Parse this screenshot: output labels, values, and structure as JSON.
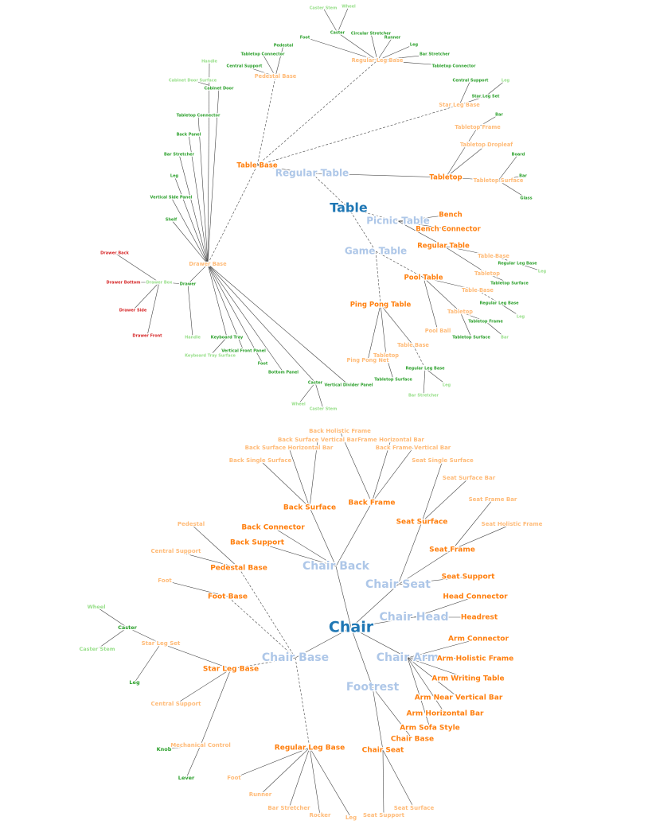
{
  "colors": {
    "root": "#1f77b4",
    "category": "#aec7e8",
    "part": "#ff7f0e",
    "subpart": "#ffbb78",
    "leaf": "#2ca02c",
    "leaf_light": "#98df8a",
    "leaf_red": "#d62728",
    "edge": "#444444"
  },
  "trees": [
    {
      "id": "table",
      "nodes": [
        {
          "id": "t",
          "label": "Table",
          "level": "root"
        },
        {
          "id": "t_rt",
          "label": "Regular Table",
          "level": "category"
        },
        {
          "id": "t_pt",
          "label": "Picnic Table",
          "level": "category"
        },
        {
          "id": "t_gt",
          "label": "Game Table",
          "level": "category"
        },
        {
          "id": "t_rt_tb",
          "label": "Table Base",
          "level": "part"
        },
        {
          "id": "t_rt_top",
          "label": "Tabletop",
          "level": "part"
        },
        {
          "id": "t_rlb",
          "label": "Regular Leg Base",
          "level": "subpart"
        },
        {
          "id": "t_rlb_caster",
          "label": "Caster",
          "level": "leaf"
        },
        {
          "id": "t_rlb_cstem",
          "label": "Caster Stem",
          "level": "leaf_light"
        },
        {
          "id": "t_rlb_wheel",
          "label": "Wheel",
          "level": "leaf_light"
        },
        {
          "id": "t_rlb_foot",
          "label": "Foot",
          "level": "leaf"
        },
        {
          "id": "t_rlb_circ",
          "label": "Circular Stretcher",
          "level": "leaf"
        },
        {
          "id": "t_rlb_runner",
          "label": "Runner",
          "level": "leaf"
        },
        {
          "id": "t_rlb_leg",
          "label": "Leg",
          "level": "leaf"
        },
        {
          "id": "t_rlb_bar",
          "label": "Bar Stretcher",
          "level": "leaf"
        },
        {
          "id": "t_rlb_ttc",
          "label": "Tabletop Connector",
          "level": "leaf"
        },
        {
          "id": "t_pb",
          "label": "Pedestal Base",
          "level": "subpart"
        },
        {
          "id": "t_pb_ped",
          "label": "Pedestal",
          "level": "leaf"
        },
        {
          "id": "t_pb_ttc",
          "label": "Tabletop Connector",
          "level": "leaf"
        },
        {
          "id": "t_pb_cs",
          "label": "Central Support",
          "level": "leaf"
        },
        {
          "id": "t_slb",
          "label": "Star Leg Base",
          "level": "subpart"
        },
        {
          "id": "t_slb_cs",
          "label": "Central Support",
          "level": "leaf"
        },
        {
          "id": "t_slb_leg",
          "label": "Leg",
          "level": "leaf_light"
        },
        {
          "id": "t_slb_sls",
          "label": "Star Leg Set",
          "level": "leaf"
        },
        {
          "id": "t_db",
          "label": "Drawer Base",
          "level": "subpart"
        },
        {
          "id": "t_db_handle",
          "label": "Handle",
          "level": "leaf_light"
        },
        {
          "id": "t_db_cds",
          "label": "Cabinet Door Surface",
          "level": "leaf_light"
        },
        {
          "id": "t_db_cd",
          "label": "Cabinet Door",
          "level": "leaf"
        },
        {
          "id": "t_db_ttc",
          "label": "Tabletop Connector",
          "level": "leaf"
        },
        {
          "id": "t_db_bp",
          "label": "Back Panel",
          "level": "leaf"
        },
        {
          "id": "t_db_bs",
          "label": "Bar Stretcher",
          "level": "leaf"
        },
        {
          "id": "t_db_leg",
          "label": "Leg",
          "level": "leaf"
        },
        {
          "id": "t_db_vsp",
          "label": "Vertical Side Panel",
          "level": "leaf"
        },
        {
          "id": "t_db_shelf",
          "label": "Shelf",
          "level": "leaf"
        },
        {
          "id": "t_db_drawer",
          "label": "Drawer",
          "level": "leaf"
        },
        {
          "id": "t_db_dbox",
          "label": "Drawer Box",
          "level": "leaf_light"
        },
        {
          "id": "t_db_dback",
          "label": "Drawer Back",
          "level": "leaf_red"
        },
        {
          "id": "t_db_dbottom",
          "label": "Drawer Bottom",
          "level": "leaf_red"
        },
        {
          "id": "t_db_dside",
          "label": "Drawer Side",
          "level": "leaf_red"
        },
        {
          "id": "t_db_dfront",
          "label": "Drawer Front",
          "level": "leaf_red"
        },
        {
          "id": "t_db_handle2",
          "label": "Handle",
          "level": "leaf_light"
        },
        {
          "id": "t_db_kt",
          "label": "Keyboard Tray",
          "level": "leaf"
        },
        {
          "id": "t_db_kts",
          "label": "Keyboard Tray Surface",
          "level": "leaf_light"
        },
        {
          "id": "t_db_vfp",
          "label": "Vertical Front Panel",
          "level": "leaf"
        },
        {
          "id": "t_db_foot",
          "label": "Foot",
          "level": "leaf"
        },
        {
          "id": "t_db_bottom",
          "label": "Bottom Panel",
          "level": "leaf"
        },
        {
          "id": "t_db_caster",
          "label": "Caster",
          "level": "leaf"
        },
        {
          "id": "t_db_wheel",
          "label": "Wheel",
          "level": "leaf_light"
        },
        {
          "id": "t_db_cstem",
          "label": "Caster Stem",
          "level": "leaf_light"
        },
        {
          "id": "t_db_vdp",
          "label": "Vertical Divider Panel",
          "level": "leaf"
        },
        {
          "id": "t_tt_frame",
          "label": "Tabletop Frame",
          "level": "subpart"
        },
        {
          "id": "t_tt_bar",
          "label": "Bar",
          "level": "leaf"
        },
        {
          "id": "t_tt_drop",
          "label": "Tabletop Dropleaf",
          "level": "subpart"
        },
        {
          "id": "t_tt_surf",
          "label": "Tabletop Surface",
          "level": "subpart"
        },
        {
          "id": "t_tt_board",
          "label": "Board",
          "level": "leaf"
        },
        {
          "id": "t_tt_bar2",
          "label": "Bar",
          "level": "leaf"
        },
        {
          "id": "t_tt_glass",
          "label": "Glass",
          "level": "leaf"
        },
        {
          "id": "t_pt_bench",
          "label": "Bench",
          "level": "part"
        },
        {
          "id": "t_pt_bc",
          "label": "Bench Connector",
          "level": "part"
        },
        {
          "id": "t_pt_rt",
          "label": "Regular Table",
          "level": "part"
        },
        {
          "id": "t_pt_tb",
          "label": "Table Base",
          "level": "subpart"
        },
        {
          "id": "t_pt_rlb",
          "label": "Regular Leg Base",
          "level": "leaf"
        },
        {
          "id": "t_pt_leg",
          "label": "Leg",
          "level": "leaf_light"
        },
        {
          "id": "t_pt_tt",
          "label": "Tabletop",
          "level": "subpart"
        },
        {
          "id": "t_pt_ts",
          "label": "Tabletop Surface",
          "level": "leaf"
        },
        {
          "id": "t_gt_pool",
          "label": "Pool Table",
          "level": "part"
        },
        {
          "id": "t_pool_tb",
          "label": "Table Base",
          "level": "subpart"
        },
        {
          "id": "t_pool_rlb",
          "label": "Regular Leg Base",
          "level": "leaf"
        },
        {
          "id": "t_pool_leg",
          "label": "Leg",
          "level": "leaf_light"
        },
        {
          "id": "t_pool_tt",
          "label": "Tabletop",
          "level": "subpart"
        },
        {
          "id": "t_pool_tf",
          "label": "Tabletop Frame",
          "level": "leaf"
        },
        {
          "id": "t_pool_bar",
          "label": "Bar",
          "level": "leaf_light"
        },
        {
          "id": "t_pool_ts",
          "label": "Tabletop Surface",
          "level": "leaf"
        },
        {
          "id": "t_pool_rail",
          "label": "Pool Ball",
          "level": "subpart"
        },
        {
          "id": "t_gt_pp",
          "label": "Ping Pong Table",
          "level": "part"
        },
        {
          "id": "t_pp_net",
          "label": "Ping Pong Net",
          "level": "subpart"
        },
        {
          "id": "t_pp_tt",
          "label": "Tabletop",
          "level": "subpart"
        },
        {
          "id": "t_pp_ts",
          "label": "Tabletop Surface",
          "level": "leaf"
        },
        {
          "id": "t_pp_tb",
          "label": "Table Base",
          "level": "subpart"
        },
        {
          "id": "t_pp_rlb",
          "label": "Regular Leg Base",
          "level": "leaf"
        },
        {
          "id": "t_pp_leg",
          "label": "Leg",
          "level": "leaf_light"
        },
        {
          "id": "t_pp_bs",
          "label": "Bar Stretcher",
          "level": "leaf_light"
        }
      ]
    },
    {
      "id": "chair",
      "nodes": [
        {
          "id": "c",
          "label": "Chair",
          "level": "root"
        },
        {
          "id": "c_back",
          "label": "Chair Back",
          "level": "category"
        },
        {
          "id": "c_seat",
          "label": "Chair Seat",
          "level": "category"
        },
        {
          "id": "c_head",
          "label": "Chair Head",
          "level": "category"
        },
        {
          "id": "c_base",
          "label": "Chair Base",
          "level": "category"
        },
        {
          "id": "c_arm",
          "label": "Chair Arm",
          "level": "category"
        },
        {
          "id": "c_foot",
          "label": "Footrest",
          "level": "category"
        },
        {
          "id": "c_bsurf",
          "label": "Back Surface",
          "level": "part"
        },
        {
          "id": "c_bframe",
          "label": "Back Frame",
          "level": "part"
        },
        {
          "id": "c_bconn",
          "label": "Back Connector",
          "level": "part"
        },
        {
          "id": "c_bsupp",
          "label": "Back Support",
          "level": "part"
        },
        {
          "id": "c_bhf",
          "label": "Back Holistic Frame",
          "level": "subpart"
        },
        {
          "id": "c_bsvb",
          "label": "Back Surface Vertical Bar",
          "level": "subpart"
        },
        {
          "id": "c_bfhb",
          "label": "Frame Horizontal Bar",
          "level": "subpart"
        },
        {
          "id": "c_bshb",
          "label": "Back Surface Horizontal Bar",
          "level": "subpart"
        },
        {
          "id": "c_bfvb",
          "label": "Back Frame Vertical Bar",
          "level": "subpart"
        },
        {
          "id": "c_bss",
          "label": "Back Single Surface",
          "level": "subpart"
        },
        {
          "id": "c_ssurf",
          "label": "Seat Surface",
          "level": "part"
        },
        {
          "id": "c_sframe",
          "label": "Seat Frame",
          "level": "part"
        },
        {
          "id": "c_ssupp",
          "label": "Seat Support",
          "level": "part"
        },
        {
          "id": "c_sss",
          "label": "Seat Single Surface",
          "level": "subpart"
        },
        {
          "id": "c_ssb",
          "label": "Seat Surface Bar",
          "level": "subpart"
        },
        {
          "id": "c_sfb",
          "label": "Seat Frame Bar",
          "level": "subpart"
        },
        {
          "id": "c_shf",
          "label": "Seat Holistic Frame",
          "level": "subpart"
        },
        {
          "id": "c_hconn",
          "label": "Head Connector",
          "level": "part"
        },
        {
          "id": "c_hrest",
          "label": "Headrest",
          "level": "part"
        },
        {
          "id": "c_pb",
          "label": "Pedestal Base",
          "level": "part"
        },
        {
          "id": "c_pb_ped",
          "label": "Pedestal",
          "level": "subpart"
        },
        {
          "id": "c_pb_cs",
          "label": "Central Support",
          "level": "subpart"
        },
        {
          "id": "c_fb",
          "label": "Foot Base",
          "level": "part"
        },
        {
          "id": "c_fb_foot",
          "label": "Foot",
          "level": "subpart"
        },
        {
          "id": "c_slb",
          "label": "Star Leg Base",
          "level": "part"
        },
        {
          "id": "c_slb_sls",
          "label": "Star Leg Set",
          "level": "subpart"
        },
        {
          "id": "c_slb_caster",
          "label": "Caster",
          "level": "leaf"
        },
        {
          "id": "c_slb_wheel",
          "label": "Wheel",
          "level": "leaf_light"
        },
        {
          "id": "c_slb_cstem",
          "label": "Caster Stem",
          "level": "leaf_light"
        },
        {
          "id": "c_slb_leg",
          "label": "Leg",
          "level": "leaf"
        },
        {
          "id": "c_slb_cs",
          "label": "Central Support",
          "level": "subpart"
        },
        {
          "id": "c_slb_mc",
          "label": "Mechanical Control",
          "level": "subpart"
        },
        {
          "id": "c_slb_knob",
          "label": "Knob",
          "level": "leaf"
        },
        {
          "id": "c_slb_lever",
          "label": "Lever",
          "level": "leaf"
        },
        {
          "id": "c_rlb",
          "label": "Regular Leg Base",
          "level": "part"
        },
        {
          "id": "c_rlb_foot",
          "label": "Foot",
          "level": "subpart"
        },
        {
          "id": "c_rlb_runner",
          "label": "Runner",
          "level": "subpart"
        },
        {
          "id": "c_rlb_bs",
          "label": "Bar Stretcher",
          "level": "subpart"
        },
        {
          "id": "c_rlb_rocker",
          "label": "Rocker",
          "level": "subpart"
        },
        {
          "id": "c_rlb_leg",
          "label": "Leg",
          "level": "subpart"
        },
        {
          "id": "c_aconn",
          "label": "Arm Connector",
          "level": "part"
        },
        {
          "id": "c_ahf",
          "label": "Arm Holistic Frame",
          "level": "part"
        },
        {
          "id": "c_awt",
          "label": "Arm Writing Table",
          "level": "part"
        },
        {
          "id": "c_anvb",
          "label": "Arm Near Vertical Bar",
          "level": "part"
        },
        {
          "id": "c_ahb",
          "label": "Arm Horizontal Bar",
          "level": "part"
        },
        {
          "id": "c_ass",
          "label": "Arm Sofa Style",
          "level": "part"
        },
        {
          "id": "c_fr_cb",
          "label": "Chair Base",
          "level": "part"
        },
        {
          "id": "c_fr_cs",
          "label": "Chair Seat",
          "level": "part"
        },
        {
          "id": "c_fr_sup",
          "label": "Seat Support",
          "level": "subpart"
        },
        {
          "id": "c_fr_surf",
          "label": "Seat Surface",
          "level": "subpart"
        }
      ]
    }
  ]
}
